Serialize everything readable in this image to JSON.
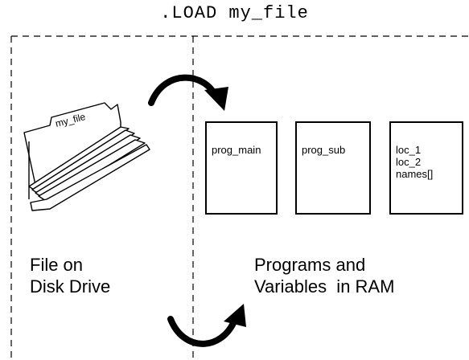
{
  "command": ".LOAD my_file",
  "folder": {
    "tab_label": "my_file"
  },
  "ram_boxes": [
    {
      "lines": [
        "prog_main"
      ]
    },
    {
      "lines": [
        "prog_sub"
      ]
    },
    {
      "lines": [
        "loc_1",
        "loc_2",
        "names[]"
      ]
    }
  ],
  "labels": {
    "disk": [
      "File on",
      "Disk Drive"
    ],
    "ram": [
      "Programs and",
      "Variables  in RAM"
    ]
  }
}
